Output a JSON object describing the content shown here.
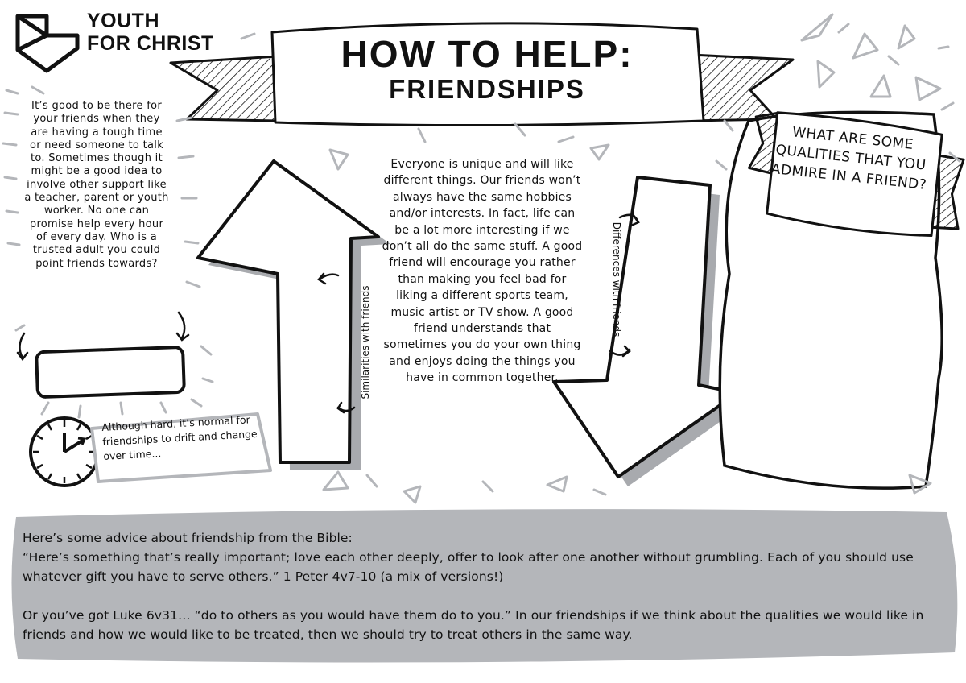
{
  "logo": {
    "line1": "YOUTH",
    "line2": "FOR CHRIST"
  },
  "title": {
    "line1": "HOW TO HELP:",
    "line2": "FRIENDSHIPS"
  },
  "left_text": "It’s good to be there for your friends when they are having a tough time or need someone to talk to. Sometimes though it might be a good idea to involve other support like a teacher, parent or youth worker. No one can promise help every hour of every day. Who is a trusted adult you could point friends towards?",
  "drift_note": "Although hard, it’s normal for friendships to drift and change over time...",
  "arrow_up_label": "Similarities with friends",
  "arrow_down_label": "Differences with friends",
  "middle_text": "Everyone is unique and will like different things. Our friends won’t always have the same hobbies and/or interests. In fact, life can be a lot more interesting if we don’t all do the same stuff. A good friend will encourage you rather than making you feel bad for liking a different sports team, music artist or TV show. A good friend understands that sometimes you do your own thing and enjoys doing the things you have in common together.",
  "question": "WHAT ARE SOME QUALITIES THAT YOU ADMIRE IN A FRIEND?",
  "bottom": {
    "intro": "Here’s some advice about friendship from the Bible:",
    "quote": "“Here’s something that’s really important; love each other deeply, offer to look after one another without grumbling. Each of you should use whatever gift you have to serve others.” 1 Peter 4v7-10 (a mix of versions!)",
    "second": "Or you’ve got Luke 6v31… “do to others as you would have them do to you.” In our friendships if we think about the qualities we would like in friends and how we would like to be treated, then we should try to treat others in the same way."
  },
  "colors": {
    "ink": "#111111",
    "grey_panel": "#b4b6ba",
    "shadow": "#a8aaae"
  }
}
